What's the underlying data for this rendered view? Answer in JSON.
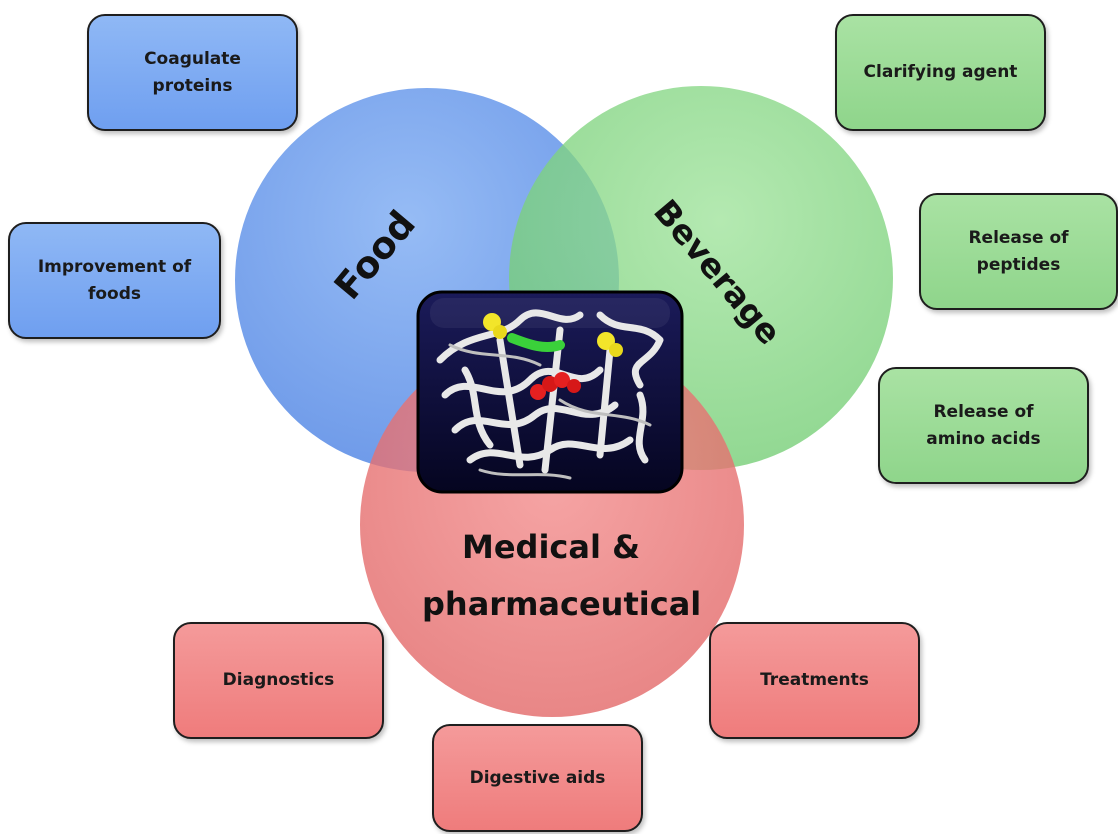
{
  "circles": {
    "food": "Food",
    "beverage": "Beverage",
    "medical_line1": "Medical &",
    "medical_line2": "pharmaceutical"
  },
  "boxes": {
    "coagulate": "Coagulate proteins",
    "improvement": "Improvement of foods",
    "clarifying": "Clarifying agent",
    "peptides": "Release of peptides",
    "amino": "Release of amino acids",
    "diagnostics": "Diagnostics",
    "treatments": "Treatments",
    "digestive": "Digestive aids"
  },
  "colors": {
    "food": "#6f9ff0",
    "beverage": "#8fd58b",
    "medical": "#ef7c7c",
    "center_bg": "#0b0b3a"
  }
}
